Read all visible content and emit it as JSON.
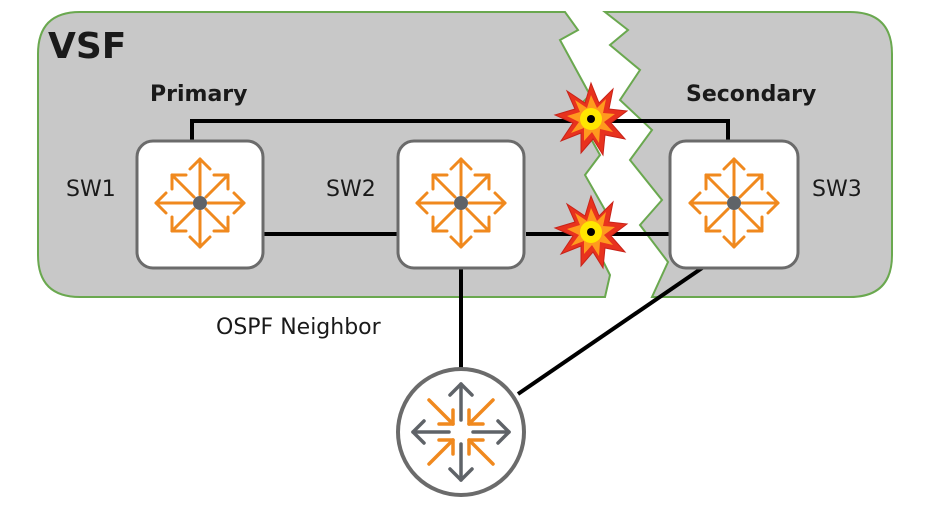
{
  "diagram": {
    "title": "VSF",
    "roles": {
      "primary": "Primary",
      "secondary": "Secondary"
    },
    "switches": [
      {
        "id": "sw1",
        "label": "SW1",
        "role": "primary",
        "icon": "switch-icon"
      },
      {
        "id": "sw2",
        "label": "SW2",
        "role": "member",
        "icon": "switch-icon"
      },
      {
        "id": "sw3",
        "label": "SW3",
        "role": "secondary",
        "icon": "switch-icon"
      }
    ],
    "router": {
      "label": "OSPF Neighbor",
      "icon": "router-icon"
    },
    "links": [
      {
        "from": "sw1",
        "to": "sw3",
        "status": "broken"
      },
      {
        "from": "sw1",
        "to": "sw2",
        "status": "up"
      },
      {
        "from": "sw2",
        "to": "sw3",
        "status": "broken"
      },
      {
        "from": "sw2",
        "to": "router",
        "status": "up"
      },
      {
        "from": "sw3",
        "to": "router",
        "status": "up"
      }
    ],
    "events": [
      "split-brain",
      "link-failure"
    ],
    "colors": {
      "stack_fill": "#c8c8c8",
      "stack_border": "#6aa84f",
      "icon_orange": "#f0891e",
      "icon_gray": "#5f6368",
      "link": "#000000",
      "explosion_outer": "#e8321e",
      "explosion_inner": "#ffe600"
    }
  }
}
